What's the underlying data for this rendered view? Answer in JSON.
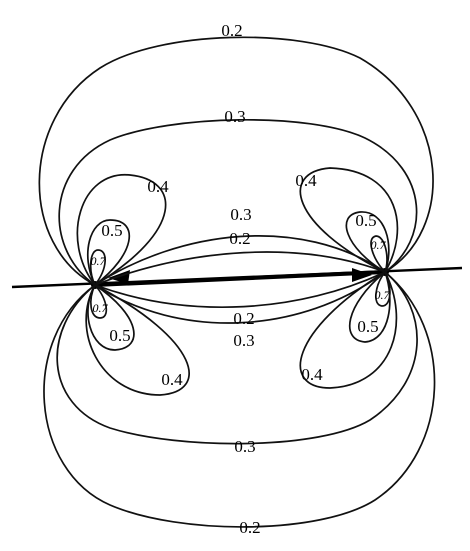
{
  "figure": {
    "labels": {
      "outer_top": "0.2",
      "second_top": "0.3",
      "left_upper_lobe": "0.4",
      "right_upper_lobe": "0.4",
      "left_upper_inner": "0.5",
      "right_upper_inner": "0.5",
      "left_upper_core": "0.7",
      "right_upper_core": "0.7",
      "arc_upper_outer": "0.3",
      "arc_upper_inner": "0.2",
      "left_lower_core": "0.7",
      "right_lower_core": "0.7",
      "arc_lower_inner": "0.2",
      "arc_lower_outer": "0.3",
      "left_lower_inner": "0.5",
      "right_lower_inner": "0.5",
      "left_lower_lobe": "0.4",
      "right_lower_lobe": "0.4",
      "second_bottom": "0.3",
      "outer_bottom": "0.2"
    }
  }
}
